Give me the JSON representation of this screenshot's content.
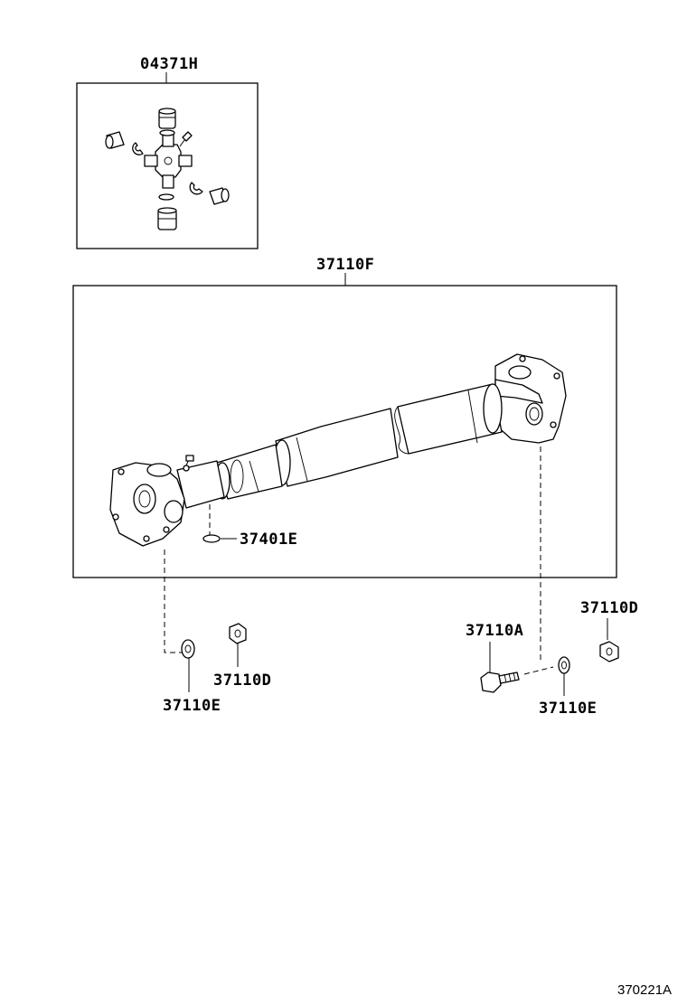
{
  "labels": {
    "spider_kit": "04371H",
    "shaft_assembly": "37110F",
    "snap_ring": "37401E",
    "washer_front": "37110E",
    "nut_front": "37110D",
    "bolt": "37110A",
    "washer_rear": "37110E",
    "nut_rear": "37110D"
  },
  "illustration_ref": "370221A",
  "icons": [
    "spider-cross-icon",
    "grease-fitting-icon",
    "bearing-cup-top-icon",
    "bearing-cup-bottom-icon",
    "bearing-cup-left-icon",
    "bearing-cup-right-icon",
    "snap-ring-top-icon",
    "snap-ring-bottom-icon",
    "snap-ring-left-icon",
    "snap-ring-right-icon",
    "rear-flange-yoke-icon",
    "rear-tube-icon",
    "front-tube-icon",
    "slip-joint-icon",
    "sleeve-yoke-icon",
    "front-flange-yoke-icon",
    "snap-ring-icon",
    "washer-front-icon",
    "nut-front-icon",
    "bolt-icon",
    "washer-rear-icon",
    "nut-rear-icon"
  ],
  "colors": {
    "ink": "#000000",
    "background": "#ffffff"
  }
}
